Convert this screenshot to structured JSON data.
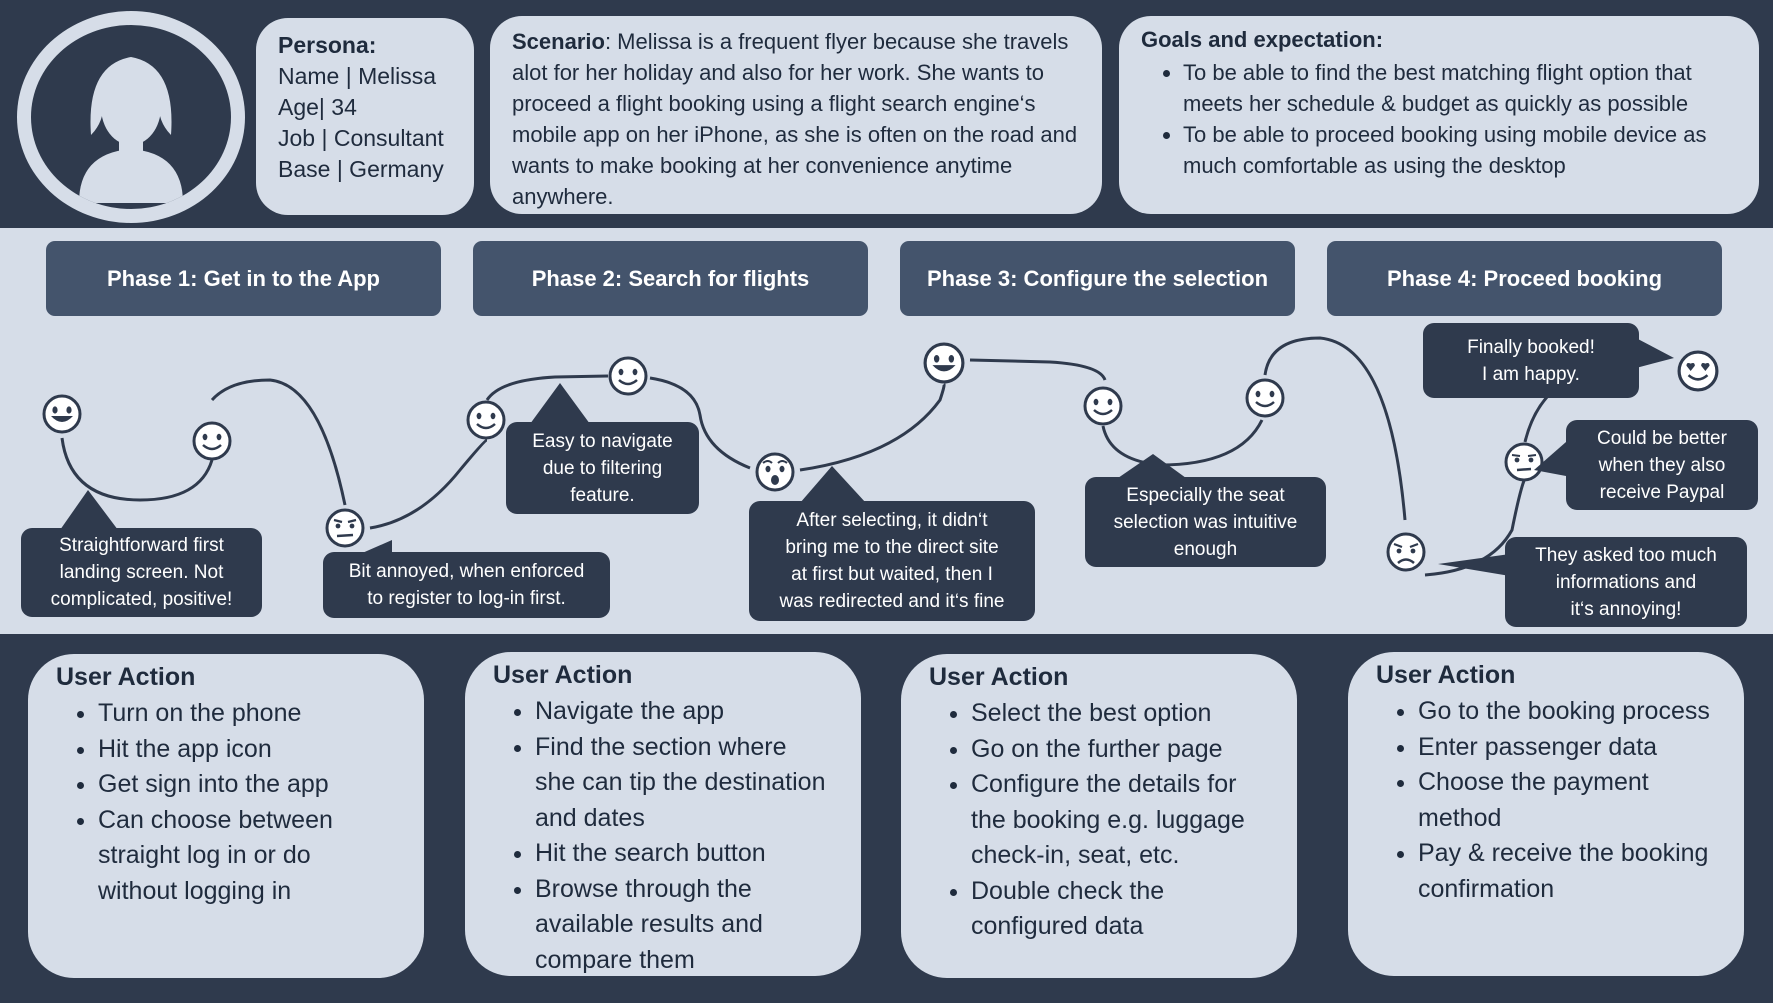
{
  "persona": {
    "title": "Persona:",
    "lines": [
      "Name | Melissa",
      "Age| 34",
      "Job | Consultant",
      "Base | Germany"
    ]
  },
  "scenario": {
    "label": "Scenario",
    "text": ": Melissa is a frequent flyer because she travels alot for her holiday and also for her work. She wants to proceed a flight booking using a flight search engine‘s mobile app on her iPhone, as she is often on the road and wants to make booking at her convenience anytime anywhere."
  },
  "goals": {
    "title": "Goals and expectation:",
    "items": [
      "To be able to find the best matching flight option that meets her schedule & budget as quickly as possible",
      "To be able to proceed booking using mobile device as much comfortable as using the desktop"
    ]
  },
  "phases": [
    "Phase 1: Get in to the App",
    "Phase 2: Search for flights",
    "Phase 3: Configure the selection",
    "Phase 4: Proceed booking"
  ],
  "bubbles": {
    "b1": [
      "Straightforward first",
      "landing screen. Not",
      "complicated, positive!"
    ],
    "b2": [
      "Bit annoyed, when enforced",
      "to register to log-in first."
    ],
    "b3": [
      "Easy to navigate",
      "due to filtering",
      "feature."
    ],
    "b4": [
      "After selecting, it didn‘t",
      "bring me to the direct site",
      "at first but waited, then I",
      "was redirected and it‘s fine"
    ],
    "b5": [
      "Especially the seat",
      "selection was intuitive",
      "enough"
    ],
    "b6": [
      "Finally booked!",
      "I am happy."
    ],
    "b7": [
      "Could be better",
      "when they also",
      "receive Paypal"
    ],
    "b8": [
      "They asked too much",
      "informations and",
      "it‘s annoying!"
    ]
  },
  "user_actions": [
    {
      "title": "User Action",
      "items": [
        "Turn on the phone",
        "Hit the app icon",
        "Get sign into the app",
        "Can choose between straight log in or do without logging in"
      ]
    },
    {
      "title": "User Action",
      "items": [
        "Navigate the app",
        "Find the section where she can tip the destination and dates",
        "Hit the search button",
        "Browse through the available results and compare them"
      ]
    },
    {
      "title": "User Action",
      "items": [
        "Select the best option",
        "Go on the further page",
        "Configure the details for the booking e.g. luggage check-in, seat, etc.",
        "Double check the configured data"
      ]
    },
    {
      "title": "User Action",
      "items": [
        "Go to the booking process",
        "Enter passenger data",
        "Choose the payment method",
        "Pay & receive the booking confirmation"
      ]
    }
  ],
  "colors": {
    "dark": "#2f3a4d",
    "light": "#d6dde8",
    "phase": "#44546c"
  }
}
